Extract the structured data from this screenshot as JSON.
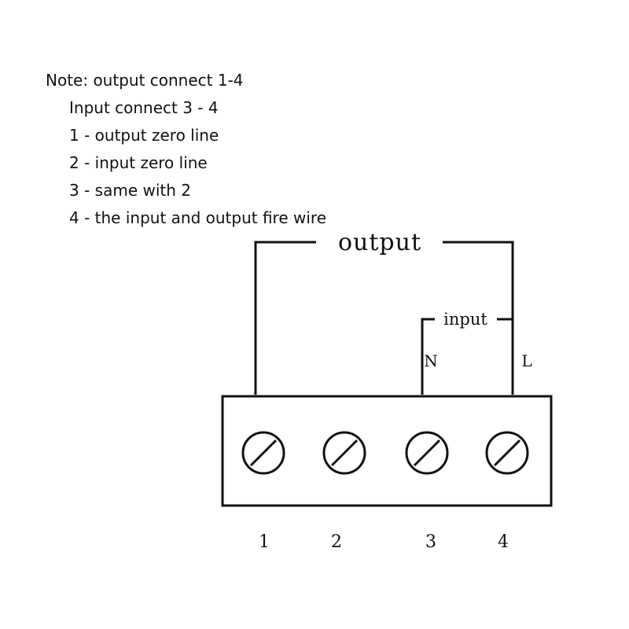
{
  "notes": {
    "title": "Note: output connect 1-4",
    "lines": [
      "Input connect 3 - 4",
      "1 - output zero line",
      "2 - input zero line",
      "3 - same with 2",
      "4 - the input and output fire wire"
    ]
  },
  "diagram": {
    "output_label": "output",
    "input_label": "input",
    "neutral_label": "N",
    "live_label": "L",
    "terminals": [
      "1",
      "2",
      "3",
      "4"
    ]
  }
}
